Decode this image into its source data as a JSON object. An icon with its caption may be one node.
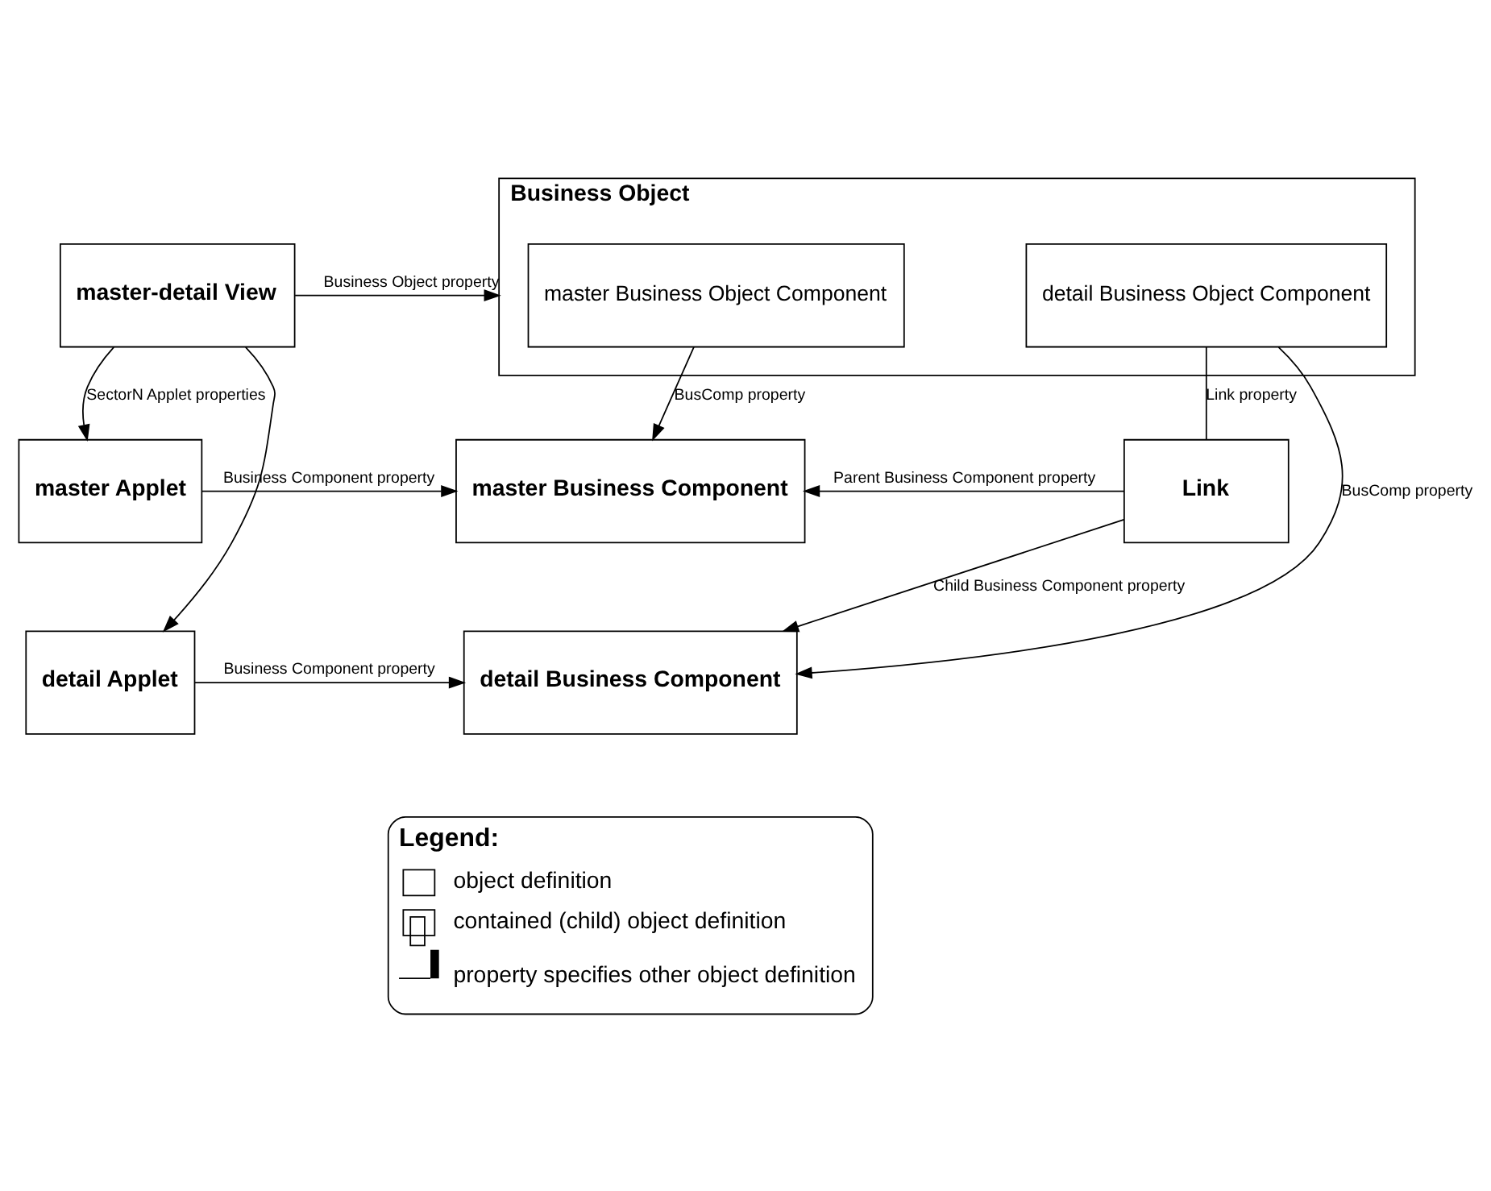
{
  "diagram": {
    "nodes": [
      {
        "text": [
          "master-detail View"
        ]
      },
      {
        "text": [
          "Business Object"
        ]
      },
      {
        "text": [
          "master Business Object Component"
        ],
        "in": 1
      },
      {
        "text": [
          "detail Business Object Component"
        ],
        "in": 1
      },
      {
        "text": [
          "master Applet"
        ]
      },
      {
        "text": [
          "master Business Component"
        ]
      },
      {
        "text": [
          "Link"
        ]
      },
      {
        "text": [
          "detail Applet"
        ]
      },
      {
        "text": [
          "detail Business Component"
        ]
      }
    ],
    "edges": [
      {
        "from": 0,
        "to": 1,
        "arrow": "to",
        "label": "Business Object property"
      },
      {
        "from": 0,
        "to": 4,
        "arrow": "to",
        "label": "SectorN Applet properties"
      },
      {
        "from": 0,
        "to": 7,
        "arrow": "to"
      },
      {
        "from": 2,
        "to": 5,
        "arrow": "to",
        "label": "BusComp property"
      },
      {
        "from": 3,
        "to": 6,
        "arrow": "none",
        "label": "Link property"
      },
      {
        "from": 4,
        "to": 5,
        "arrow": "to",
        "label": "Business Component property"
      },
      {
        "from": 6,
        "to": 5,
        "arrow": "to",
        "label": "Parent Business Component property"
      },
      {
        "from": 6,
        "to": 8,
        "arrow": "to",
        "label": "Child Business Component property"
      },
      {
        "from": 3,
        "to": 8,
        "arrow": "to",
        "label": "BusComp property"
      },
      {
        "from": 7,
        "to": 8,
        "arrow": "to",
        "label": "Business Component property"
      }
    ],
    "labels": [
      "Legend:"
    ],
    "legend": [
      {
        "text": "object definition"
      },
      {
        "text": "contained (child) object definition"
      },
      {
        "text": "property specifies other object definition"
      }
    ]
  }
}
